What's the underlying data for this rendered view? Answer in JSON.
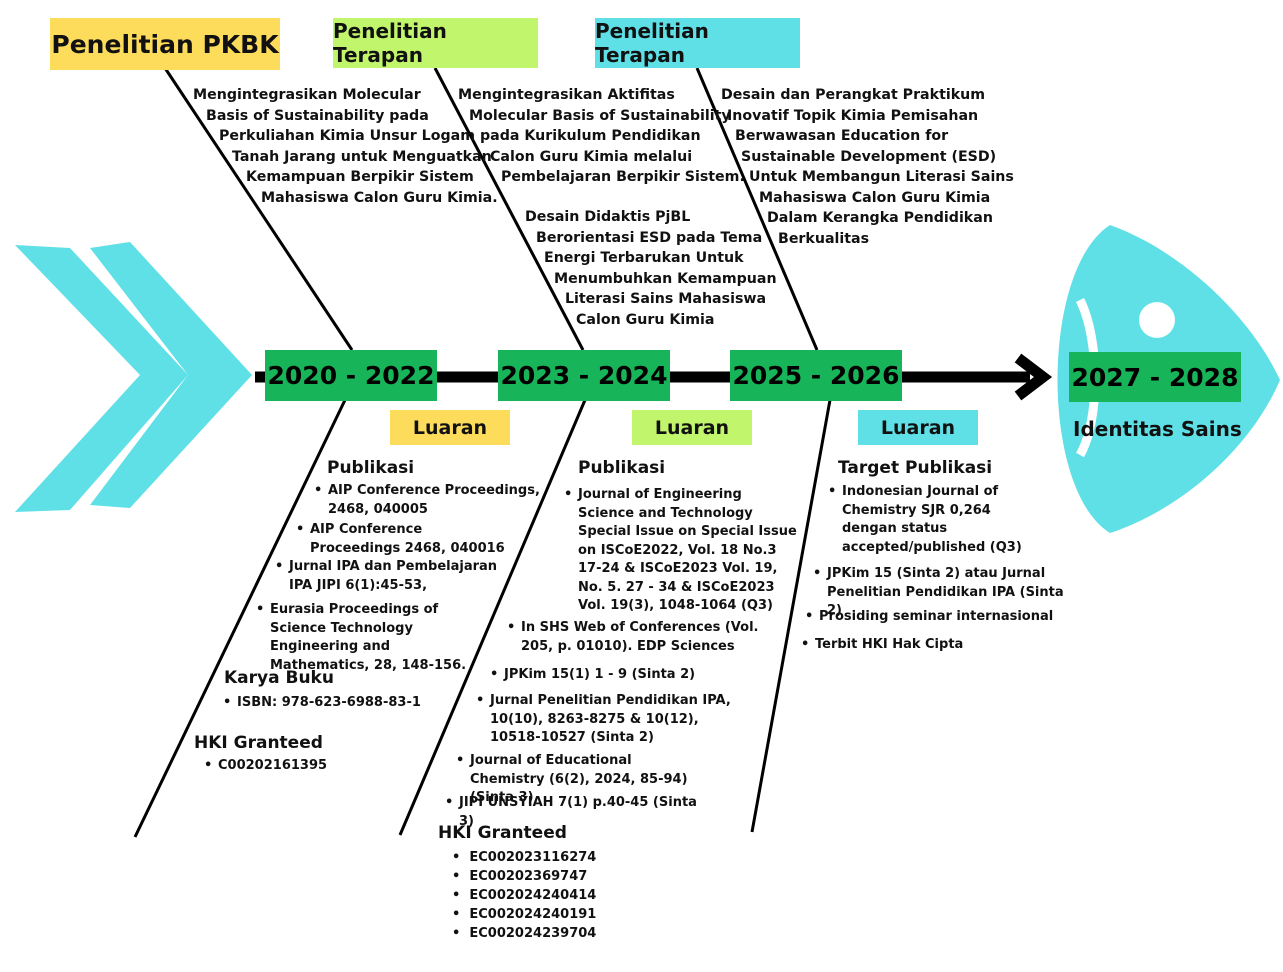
{
  "headers": [
    {
      "label": "Penelitian PKBK",
      "color": "#fddc5c"
    },
    {
      "label": "Penelitian Terapan",
      "color": "#c1f56b"
    },
    {
      "label": "Penelitian Terapan",
      "color": "#5ee0e6"
    }
  ],
  "years": [
    "2020 - 2022",
    "2023 - 2024",
    "2025 - 2026",
    "2027 - 2028"
  ],
  "luaran": [
    {
      "label": "Luaran",
      "color": "#fddc5c"
    },
    {
      "label": "Luaran",
      "color": "#c1f56b"
    },
    {
      "label": "Luaran",
      "color": "#5ee0e6"
    }
  ],
  "identity_label": "Identitas Sains",
  "descriptions": {
    "pkbk": [
      "Mengintegrasikan Molecular",
      "Basis of Sustainability pada",
      "Perkuliahan Kimia Unsur Logam",
      "Tanah Jarang untuk Menguatkan",
      "Kemampuan Berpikir Sistem",
      "Mahasiswa Calon Guru Kimia."
    ],
    "terapan1": [
      "Mengintegrasikan Aktifitas",
      "Molecular Basis of Sustainability",
      "pada Kurikulum Pendidikan",
      "Calon Guru Kimia melalui",
      "Pembelajaran Berpikir Sistem."
    ],
    "terapan1b": [
      "Desain Didaktis PjBL",
      "Berorientasi ESD pada Tema",
      "Energi Terbarukan Untuk",
      "Menumbuhkan Kemampuan",
      "Literasi Sains Mahasiswa",
      "Calon Guru Kimia"
    ],
    "terapan2": [
      "Desain dan Perangkat Praktikum",
      "Inovatif Topik Kimia Pemisahan",
      "Berwawasan Education for",
      "Sustainable Development (ESD)",
      "Untuk Membangun Literasi Sains",
      "Mahasiswa Calon Guru Kimia",
      "Dalam Kerangka Pendidikan",
      "Berkualitas"
    ]
  },
  "col1": {
    "publikasi_title": "Publikasi",
    "pubs": [
      "AIP Conference Proceedings, 2468, 040005",
      "AIP Conference Proceedings 2468, 040016",
      "Jurnal IPA dan Pembelajaran IPA JIPI 6(1):45-53,",
      "Eurasia Proceedings of Science Technology Engineering and Mathematics, 28, 148-156."
    ],
    "buku_title": "Karya Buku",
    "buku": [
      "ISBN: 978-623-6988-83-1"
    ],
    "hki_title": "HKI Granteed",
    "hki": [
      "C00202161395"
    ]
  },
  "col2": {
    "publikasi_title": "Publikasi",
    "pubs": [
      "Journal of Engineering Science and Technology Special Issue on  Special Issue on ISCoE2022, Vol. 18 No.3 17-24 & ISCoE2023 Vol. 19, No. 5. 27 - 34 & ISCoE2023 Vol. 19(3), 1048-1064 (Q3)",
      "In SHS Web of Conferences (Vol. 205, p. 01010). EDP Sciences",
      "JPKim 15(1) 1 - 9 (Sinta 2)",
      "Jurnal Penelitian Pendidikan IPA, 10(10), 8263-8275 & 10(12), 10518-10527 (Sinta 2)",
      "Journal of Educational Chemistry (6(2), 2024, 85-94) (Sinta 3)",
      "JIPI UNSYIAH  7(1) p.40-45 (Sinta 3)"
    ],
    "hki_title": "HKI Granteed",
    "hki": [
      "EC002023116274",
      "EC00202369747",
      "EC002024240414",
      "EC002024240191",
      "EC002024239704"
    ]
  },
  "col3": {
    "publikasi_title": "Target Publikasi",
    "pubs": [
      "Indonesian Journal of Chemistry SJR 0,264 dengan status accepted/published (Q3)",
      "JPKim 15 (Sinta 2) atau Jurnal Penelitian Pendidikan IPA (Sinta 2)",
      "Prosiding seminar internasional",
      "Terbit HKI Hak Cipta"
    ]
  },
  "colors": {
    "fish": "#5ee0e6",
    "year_box": "#17b45a",
    "line": "#000000"
  }
}
